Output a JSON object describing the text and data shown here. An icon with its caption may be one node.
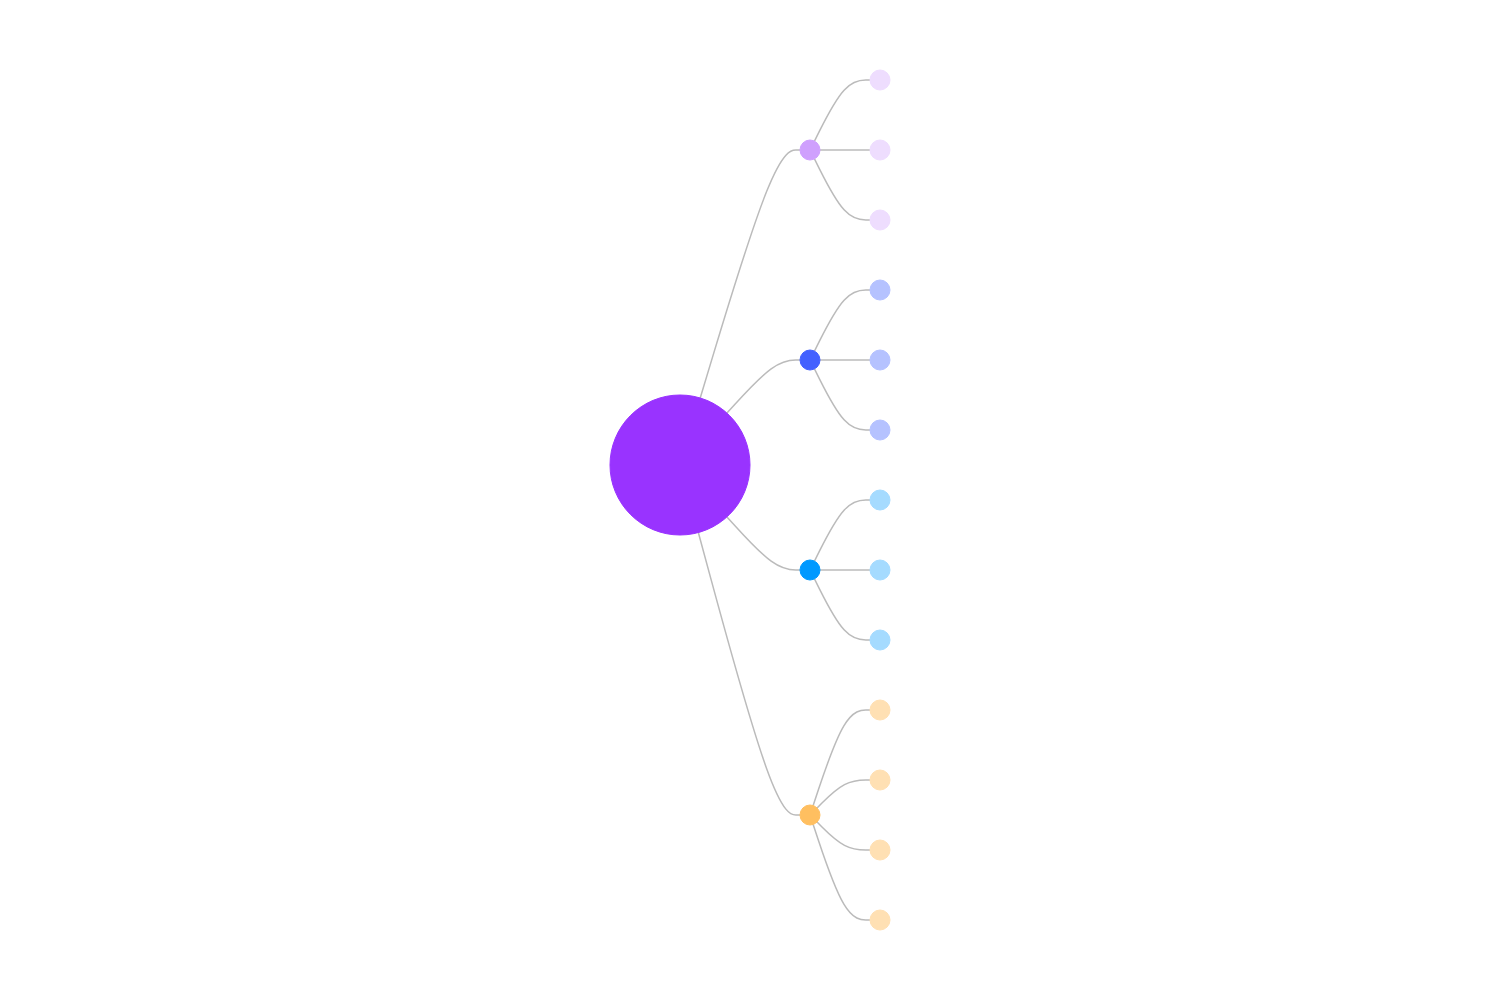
{
  "diagram": {
    "nodes": [
      {
        "text": [],
        "shape": "circle"
      },
      {
        "text": [],
        "shape": "circle"
      },
      {
        "text": [],
        "shape": "circle"
      },
      {
        "text": [],
        "shape": "circle"
      },
      {
        "text": [],
        "shape": "circle"
      },
      {
        "text": [],
        "shape": "circle"
      },
      {
        "text": [],
        "shape": "circle"
      },
      {
        "text": [],
        "shape": "circle"
      },
      {
        "text": [],
        "shape": "circle"
      },
      {
        "text": [],
        "shape": "circle"
      },
      {
        "text": [],
        "shape": "circle"
      },
      {
        "text": [],
        "shape": "circle"
      },
      {
        "text": [],
        "shape": "circle"
      },
      {
        "text": [],
        "shape": "circle"
      },
      {
        "text": [],
        "shape": "circle"
      },
      {
        "text": [],
        "shape": "circle"
      },
      {
        "text": [],
        "shape": "circle"
      },
      {
        "text": [],
        "shape": "circle"
      }
    ],
    "edges": [
      {
        "from": 0,
        "to": 1,
        "arrow": "none"
      },
      {
        "from": 1,
        "to": 2,
        "arrow": "none"
      },
      {
        "from": 1,
        "to": 3,
        "arrow": "none"
      },
      {
        "from": 1,
        "to": 4,
        "arrow": "none"
      },
      {
        "from": 0,
        "to": 5,
        "arrow": "none"
      },
      {
        "from": 5,
        "to": 6,
        "arrow": "none"
      },
      {
        "from": 5,
        "to": 7,
        "arrow": "none"
      },
      {
        "from": 5,
        "to": 8,
        "arrow": "none"
      },
      {
        "from": 0,
        "to": 9,
        "arrow": "none"
      },
      {
        "from": 9,
        "to": 10,
        "arrow": "none"
      },
      {
        "from": 9,
        "to": 11,
        "arrow": "none"
      },
      {
        "from": 9,
        "to": 12,
        "arrow": "none"
      },
      {
        "from": 0,
        "to": 13,
        "arrow": "none"
      },
      {
        "from": 13,
        "to": 14,
        "arrow": "none"
      },
      {
        "from": 13,
        "to": 15,
        "arrow": "none"
      },
      {
        "from": 13,
        "to": 16,
        "arrow": "none"
      },
      {
        "from": 13,
        "to": 17,
        "arrow": "none"
      }
    ]
  }
}
